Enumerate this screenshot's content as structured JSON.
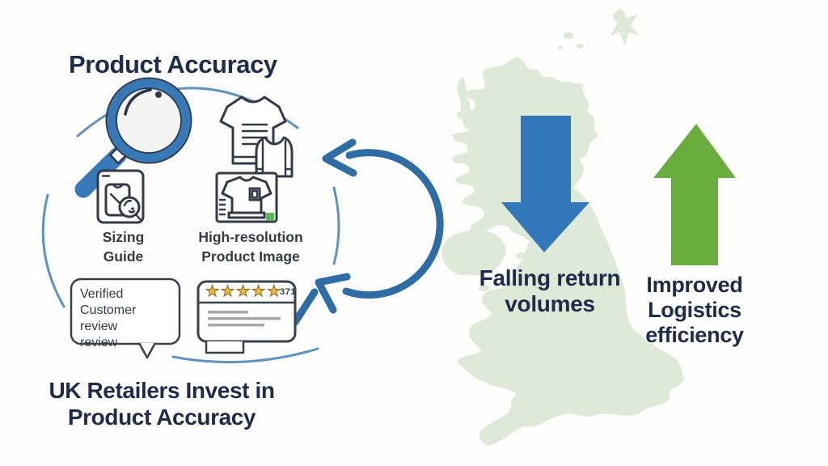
{
  "left_panel": {
    "title": "Product Accuracy",
    "bottom_title": "UK Retailers Invest in Product Accuracy",
    "magnifier_icon": "magnifying-glass-icon",
    "cycle_arrow_icon": "circular-refresh-arrow-icon",
    "cycle_items": [
      {
        "id": "clothing",
        "icon": "clothing-shirts-icon",
        "label": ""
      },
      {
        "id": "sizing_guide",
        "icon": "sizing-guide-tablet-icon",
        "label": "Sizing Guide"
      },
      {
        "id": "high_res_image",
        "icon": "product-image-frame-icon",
        "label": "High-resolution Product Image"
      },
      {
        "id": "verified_review",
        "icon": "speech-bubble-icon",
        "label_lines": [
          "Verified",
          "Customer review",
          "review"
        ]
      },
      {
        "id": "review_rating",
        "icon": "review-card-icon",
        "stars": 5,
        "review_count": "371"
      }
    ]
  },
  "right_panel": {
    "map": "uk-map-silhouette",
    "down_arrow_icon": "down-arrow-icon",
    "down_arrow_label": "Falling return volumes",
    "up_arrow_icon": "up-arrow-icon",
    "up_arrow_label": "Improved Logistics efficiency"
  },
  "colors": {
    "accent_blue": "#3778b7",
    "cycle_arrow_blue": "#2e6ca6",
    "thin_arc_blue": "#4c86b8",
    "down_arrow_blue": "#3377bb",
    "up_arrow_green": "#69ad3e",
    "map_green": "#dfe9d8",
    "title_navy": "#1f2c49",
    "label_dark": "#333b47",
    "star_gold": "#eebc3d",
    "icon_outline": "#333a46",
    "review_line_gray": "#a5a8ab",
    "green_corner": "#5cb85c"
  }
}
